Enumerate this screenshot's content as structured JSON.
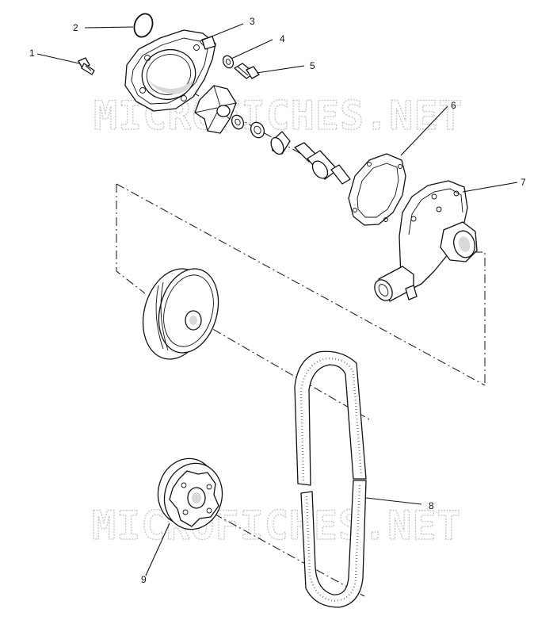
{
  "watermark": {
    "top_text": "MICROFICHES.NET",
    "bottom_text": "MICROFICHES.NET"
  },
  "callouts": [
    {
      "id": "1",
      "label": "1",
      "part": "drain plug"
    },
    {
      "id": "2",
      "label": "2",
      "part": "o-ring"
    },
    {
      "id": "3",
      "label": "3",
      "part": "pump cover"
    },
    {
      "id": "4",
      "label": "4",
      "part": "washer"
    },
    {
      "id": "5",
      "label": "5",
      "part": "bolt"
    },
    {
      "id": "6",
      "label": "6",
      "part": "gasket"
    },
    {
      "id": "7",
      "label": "7",
      "part": "water pump housing"
    },
    {
      "id": "8",
      "label": "8",
      "part": "drive belt"
    },
    {
      "id": "9",
      "label": "9",
      "part": "drive pulley"
    }
  ]
}
